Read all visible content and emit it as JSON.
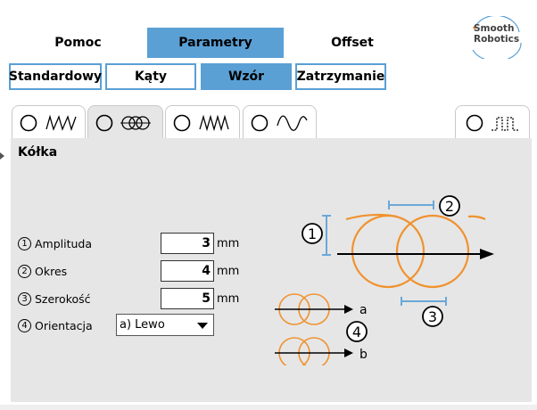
{
  "top_tabs": {
    "help": "Pomoc",
    "parameters": "Parametry",
    "offset": "Offset"
  },
  "logo": {
    "line1": "Smooth",
    "line2": "Robotics"
  },
  "sub_tabs": {
    "standard": "Standardowy",
    "angles": "Kąty",
    "pattern": "Wzór",
    "stop": "Zatrzymanie"
  },
  "pattern_tabs": [
    {
      "icon": "zigzag-wave-icon",
      "selected": false
    },
    {
      "icon": "circles-icon",
      "selected": true
    },
    {
      "icon": "triangle-wave-icon",
      "selected": false
    },
    {
      "icon": "sine-wave-icon",
      "selected": false
    },
    {
      "icon": "square-wave-icon",
      "selected": false
    }
  ],
  "panel": {
    "title": "Kółka",
    "params": [
      {
        "num": "1",
        "label": "Amplituda",
        "value": "3",
        "unit": "mm"
      },
      {
        "num": "2",
        "label": "Okres",
        "value": "4",
        "unit": "mm"
      },
      {
        "num": "3",
        "label": "Szerokość",
        "value": "5",
        "unit": "mm"
      }
    ],
    "orientation": {
      "num": "4",
      "label": "Orientacja",
      "value": "a) Lewo"
    }
  },
  "diagram": {
    "labels": {
      "one": "1",
      "two": "2",
      "three": "3",
      "four": "4",
      "a": "a",
      "b": "b"
    }
  },
  "colors": {
    "accent": "#5aa0d5",
    "panel_bg": "#e6e6e6",
    "pattern_orange": "#f0922f",
    "dimension_blue": "#6aa8d8"
  }
}
